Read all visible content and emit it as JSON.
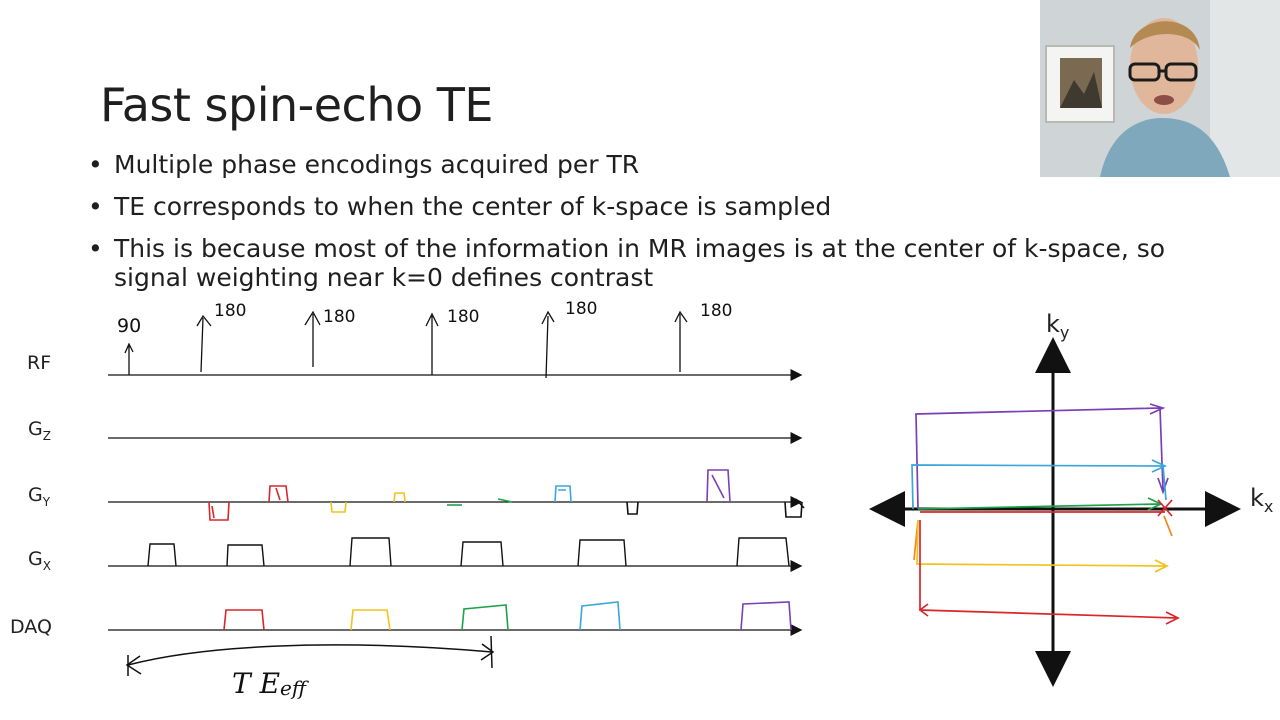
{
  "slide": {
    "title": "Fast spin-echo TE",
    "bullets": [
      "Multiple phase encodings acquired per TR",
      "TE corresponds to when the center of k-space is sampled",
      "This is because most of the information in MR images is at the center of k-space, so signal weighting near k=0 defines contrast"
    ]
  },
  "sequence_diagram": {
    "rows": [
      {
        "label": "RF",
        "sub": ""
      },
      {
        "label": "G",
        "sub": "Z"
      },
      {
        "label": "G",
        "sub": "Y"
      },
      {
        "label": "G",
        "sub": "X"
      },
      {
        "label": "DAQ",
        "sub": ""
      }
    ],
    "rf_pulse_labels": [
      "90",
      "180",
      "180",
      "180",
      "180",
      "180"
    ],
    "te_label": "T E",
    "te_sub": "eff"
  },
  "kspace": {
    "ky_label": "k",
    "ky_sub": "y",
    "kx_label": "k",
    "kx_sub": "x"
  },
  "colors": {
    "purple": "#7b3fb5",
    "blue": "#3aa6d9",
    "green": "#1fa24a",
    "yellow": "#f2c21b",
    "red": "#d9262b",
    "orange": "#f08a1c",
    "ink": "#111111"
  },
  "webcam": {
    "icon": "presenter-video-icon"
  }
}
